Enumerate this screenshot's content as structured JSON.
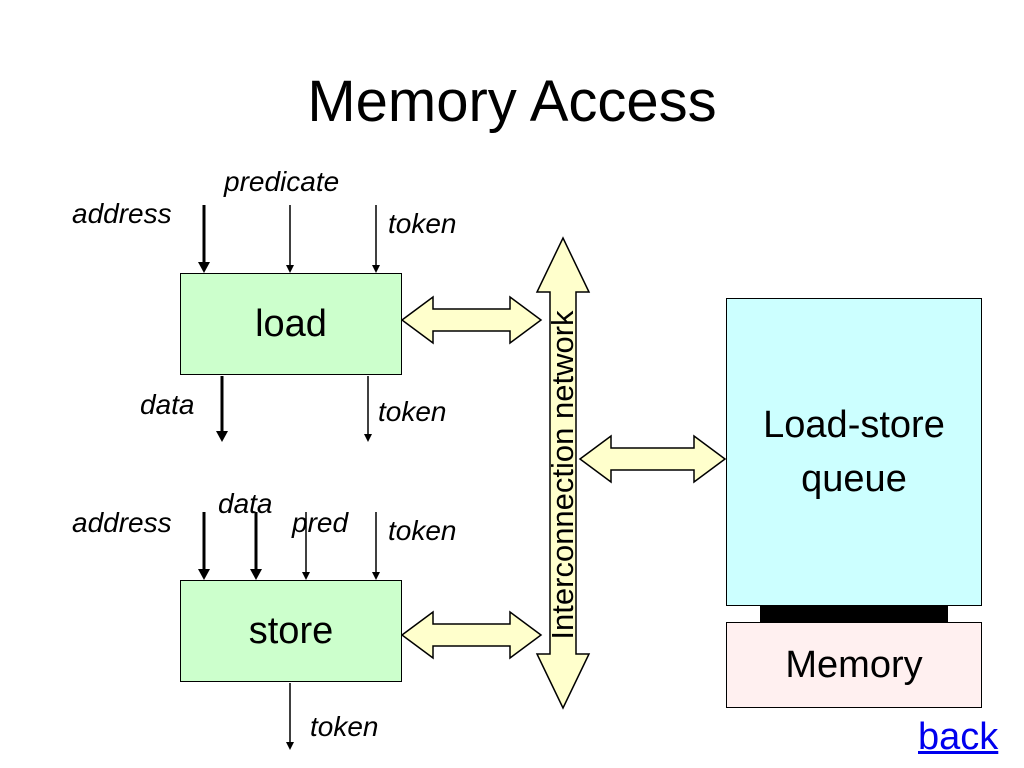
{
  "title": "Memory Access",
  "load": {
    "label": "load",
    "inputs": {
      "address": "address",
      "predicate": "predicate",
      "token": "token"
    },
    "outputs": {
      "data": "data",
      "token": "token"
    }
  },
  "store": {
    "label": "store",
    "inputs": {
      "address": "address",
      "data": "data",
      "pred": "pred",
      "token": "token"
    },
    "outputs": {
      "token": "token"
    }
  },
  "network": {
    "label": "Interconnection network"
  },
  "lsq": {
    "label_line1": "Load-store",
    "label_line2": "queue"
  },
  "memory": {
    "label": "Memory"
  },
  "nav": {
    "back": "back"
  },
  "colors": {
    "unit_fill": "#ccffcc",
    "lsq_fill": "#ccffff",
    "memory_fill": "#fff0f0",
    "bus_fill": "#ffffcc",
    "link": "#0000ee"
  }
}
